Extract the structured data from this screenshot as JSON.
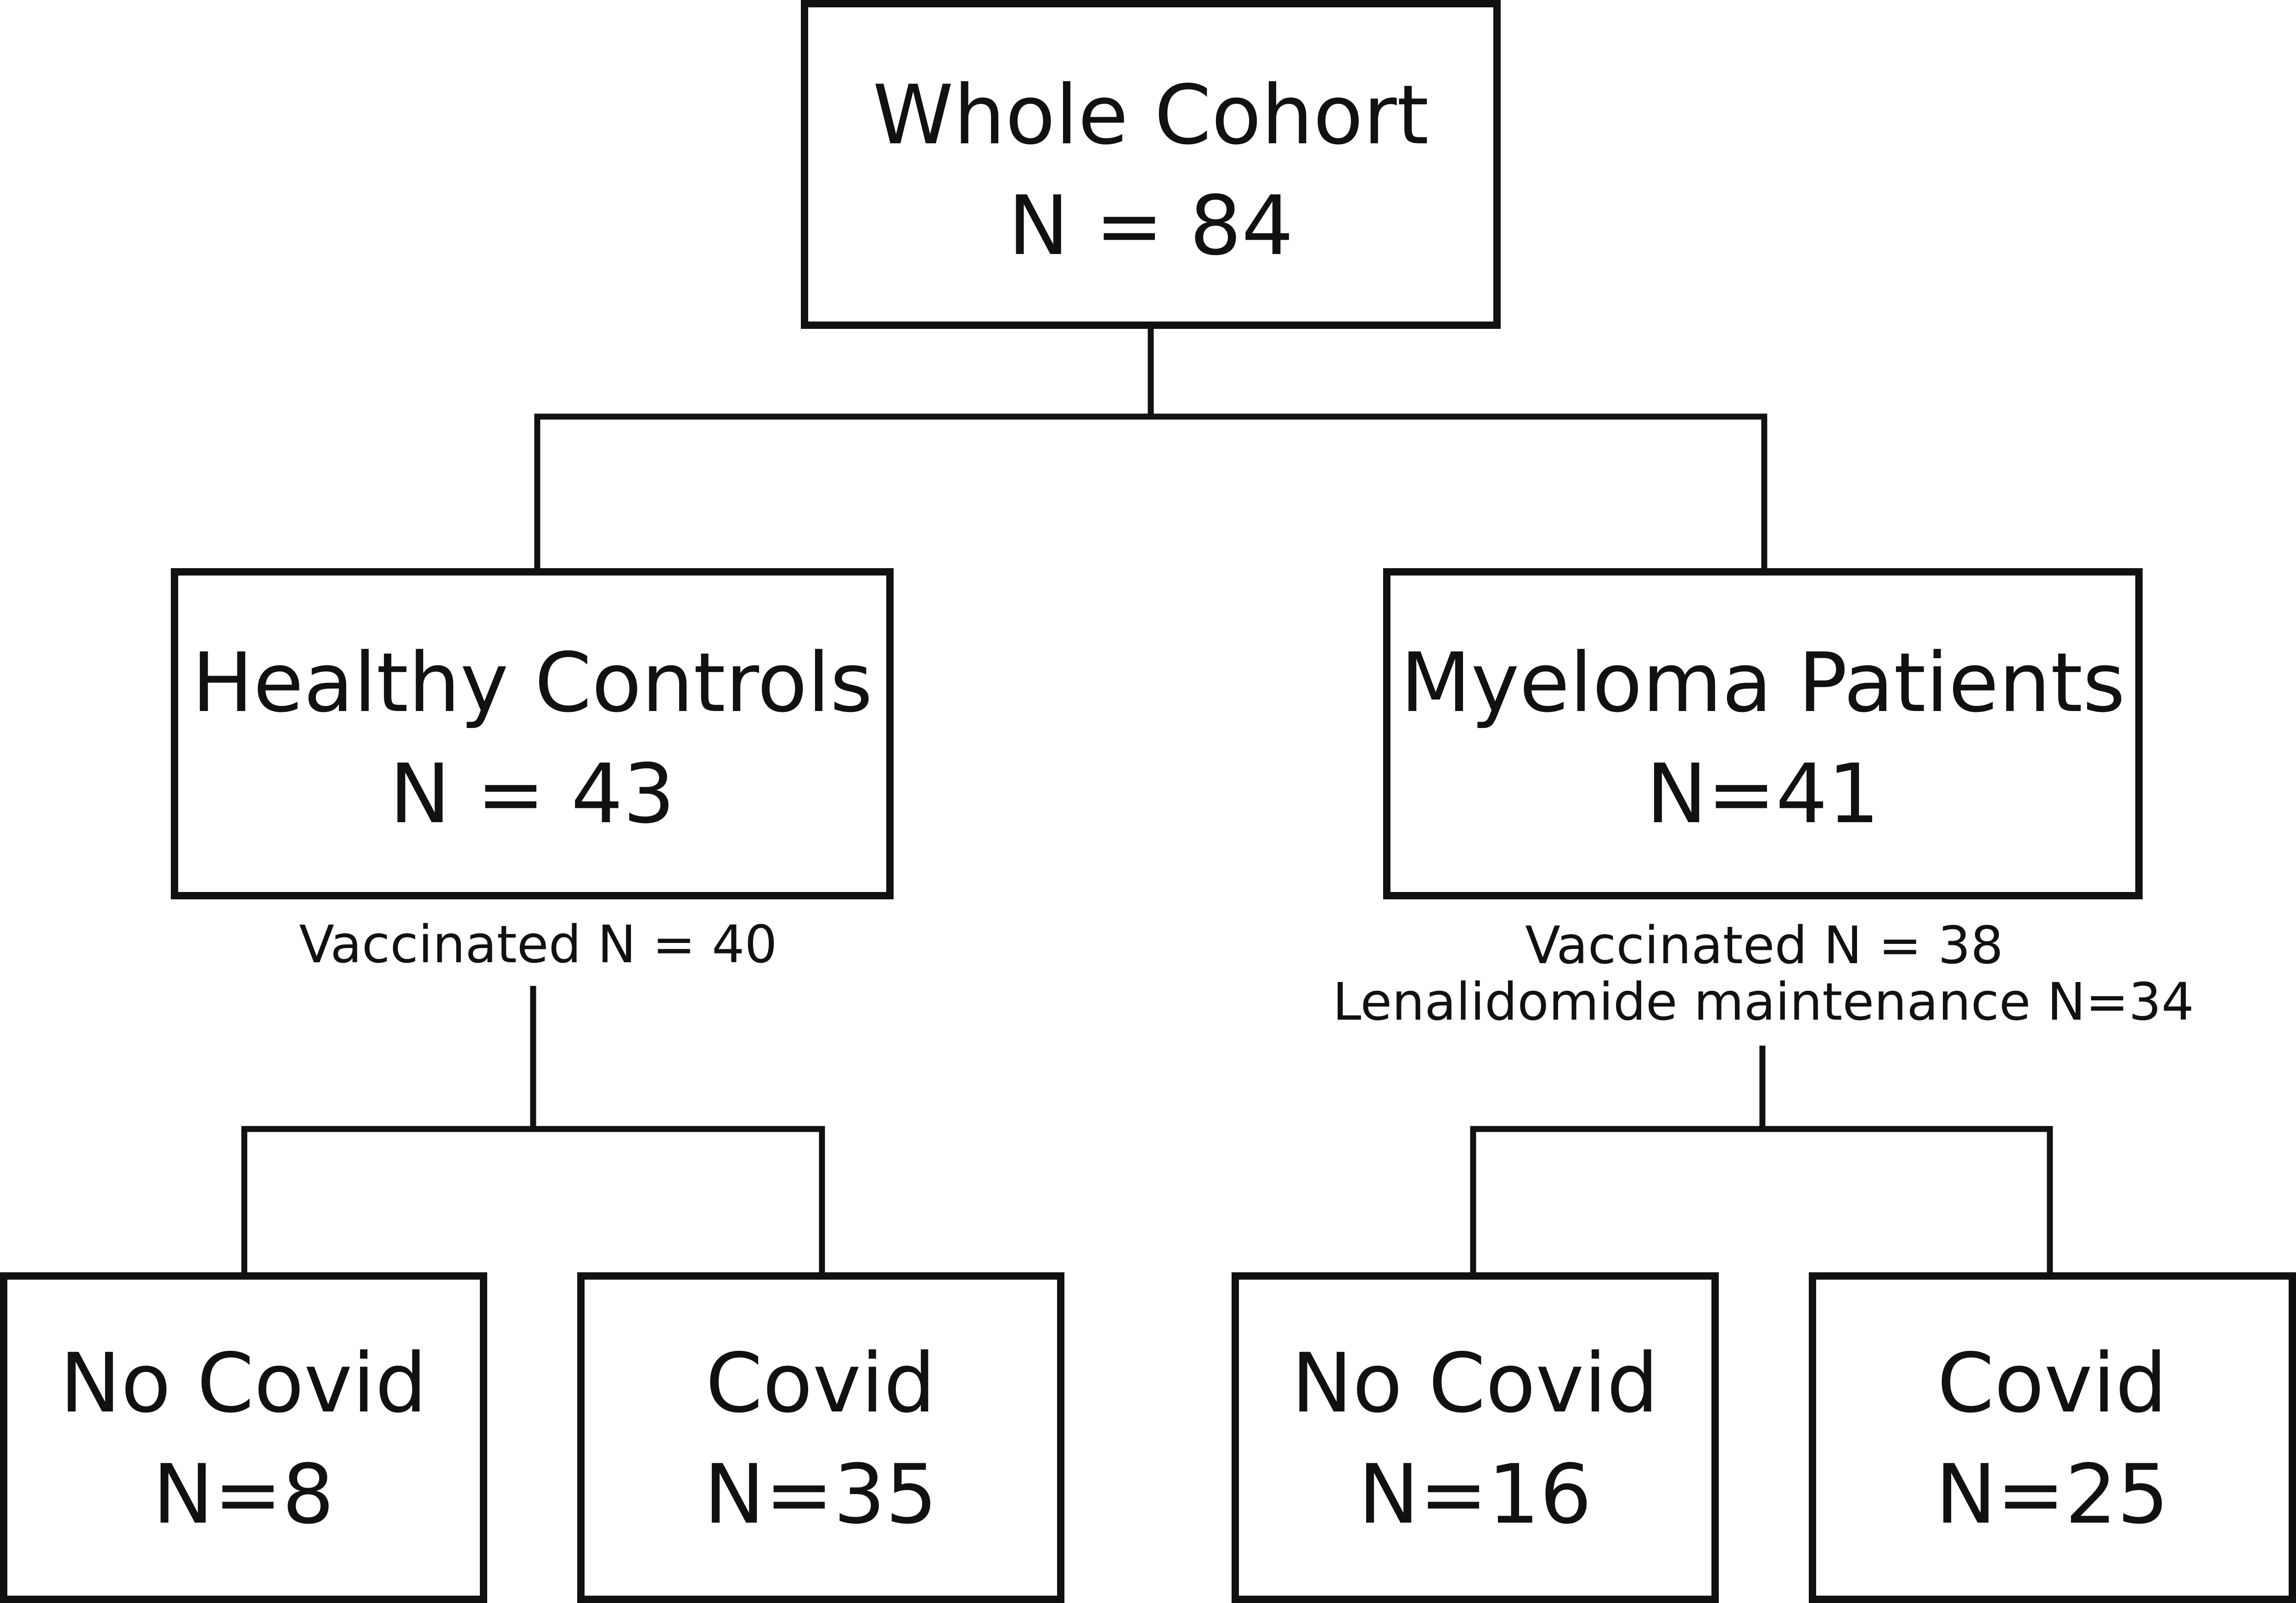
{
  "nodes": {
    "whole_cohort": {
      "title": "Whole Cohort",
      "count": "N = 84"
    },
    "healthy_controls": {
      "title": "Healthy Controls",
      "count": "N = 43"
    },
    "myeloma_patients": {
      "title": "Myeloma Patients",
      "count": "N=41"
    },
    "hc_no_covid": {
      "title": "No Covid",
      "count": "N=8"
    },
    "hc_covid": {
      "title": "Covid",
      "count": "N=35"
    },
    "mp_no_covid": {
      "title": "No Covid",
      "count": "N=16"
    },
    "mp_covid": {
      "title": "Covid",
      "count": "N=25"
    }
  },
  "notes": {
    "healthy_controls": [
      "Vaccinated N = 40"
    ],
    "myeloma_patients": [
      "Vaccinated N = 38",
      "Lenalidomide maintenance N=34"
    ]
  }
}
